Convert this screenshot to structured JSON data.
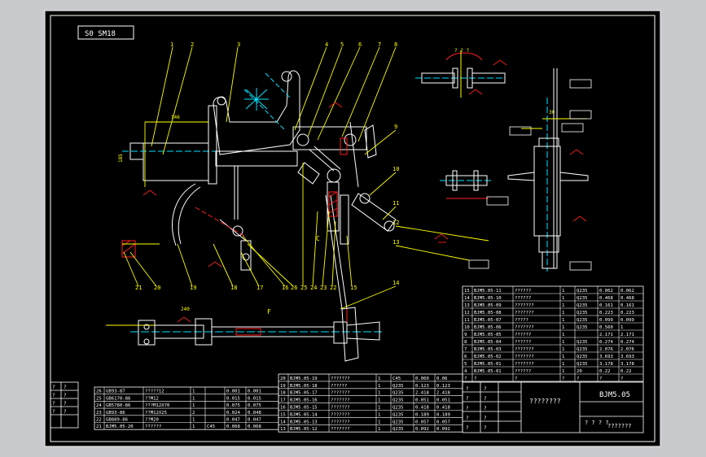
{
  "drawing": {
    "title_box_text": "S0 SM18",
    "drawing_number": "BJM5.05",
    "drawing_name": "????????",
    "sheet_label": "???????",
    "scale_label": "? ? ? ?"
  },
  "balloons_top": [
    "1",
    "2",
    "3",
    "4",
    "5",
    "6",
    "7",
    "8"
  ],
  "balloons_right": [
    "9",
    "10",
    "11",
    "12",
    "13",
    "14"
  ],
  "balloons_bottom": [
    "21",
    "20",
    "19",
    "18",
    "17",
    "16",
    "26",
    "25",
    "24",
    "23",
    "22",
    "15"
  ],
  "dimensions": {
    "d_top": "? ? ?",
    "d_146": "146",
    "d_185": "185",
    "d_240": "240",
    "d_30": "30"
  },
  "section_labels": {
    "c": "C",
    "f": "F"
  },
  "parts_right": [
    [
      "15",
      "BJM5.05-11",
      "??????",
      "1",
      "Q235",
      "0.062",
      "0.062"
    ],
    [
      "14",
      "BJM5.05-10",
      "??????",
      "1",
      "Q235",
      "0.468",
      "0.468"
    ],
    [
      "13",
      "BJM5.05-09",
      "???????",
      "1",
      "Q235",
      "0.161",
      "0.161"
    ],
    [
      "12",
      "BJM5.05-08",
      "???????",
      "1",
      "Q235",
      "0.223",
      "0.223"
    ],
    [
      "11",
      "BJM5.05-07",
      "?????",
      "1",
      "Q235",
      "0.099",
      "0.099"
    ],
    [
      "10",
      "BJM5.05-06",
      "???????",
      "1",
      "Q235",
      "0.560",
      "1"
    ],
    [
      "9",
      "BJM5.05-05",
      "??????",
      "1",
      "",
      "2.171",
      "2.171"
    ],
    [
      "8",
      "BJM5.05-04",
      "??????",
      "1",
      "Q235",
      "0.274",
      "0.274"
    ],
    [
      "7",
      "BJM5.05-03",
      "???????",
      "1",
      "Q235",
      "2.076",
      "2.076"
    ],
    [
      "6",
      "BJM5.05-02",
      "???????",
      "1",
      "Q235",
      "3.693",
      "3.693"
    ],
    [
      "5",
      "BJM5.05-01",
      "???????",
      "1",
      "Q235",
      "3.178",
      "3.178"
    ],
    [
      "4",
      "BJM5.05-01",
      "??????",
      "1",
      "20",
      "0.22",
      "0.22"
    ]
  ],
  "parts_right_header": [
    "?",
    "?",
    "?",
    "?",
    "?",
    "?",
    "?"
  ],
  "parts_mid": [
    [
      "20",
      "BJM5.05-19",
      "???????",
      "1",
      "C45",
      "0.060",
      "0.06"
    ],
    [
      "19",
      "BJM5.05-18",
      "??????",
      "1",
      "Q235",
      "0.123",
      "0.123"
    ],
    [
      "18",
      "BJM5.05-17",
      "???????",
      "1",
      "Q235",
      "2.418",
      "2.418"
    ],
    [
      "17",
      "BJM5.05-16",
      "???????",
      "1",
      "Q235",
      "0.051",
      "0.051"
    ],
    [
      "16",
      "BJM5.05-15",
      "???????",
      "1",
      "Q235",
      "0.418",
      "0.418"
    ],
    [
      "15",
      "BJM5.05-14",
      "???????",
      "1",
      "Q235",
      "0.189",
      "0.189"
    ],
    [
      "14",
      "BJM5.05-13",
      "???????",
      "1",
      "Q235",
      "0.057",
      "0.057"
    ],
    [
      "13",
      "BJM5.05-12",
      "???????",
      "1",
      "Q235",
      "0.092",
      "0.092"
    ]
  ],
  "parts_left": [
    [
      "26",
      "GB93-87",
      "?????12",
      "1",
      "",
      "0.001",
      "0.001"
    ],
    [
      "25",
      "GB6170-86",
      "??M12",
      "1",
      "",
      "0.015",
      "0.015"
    ],
    [
      "24",
      "GB5780-86",
      "???M12X70",
      "1",
      "",
      "0.075",
      "0.075"
    ],
    [
      "23",
      "GB93-86",
      "??M12X25",
      "2",
      "",
      "0.024",
      "0.048"
    ],
    [
      "22",
      "GB889-86",
      "??M20",
      "1",
      "",
      "0.047",
      "0.047"
    ],
    [
      "21",
      "BJM5.05-20",
      "??????",
      "1",
      "C45",
      "0.068",
      "0.068"
    ]
  ],
  "revision_cells": [
    "?",
    "?",
    "?",
    "?",
    "?",
    "?",
    "?",
    "?"
  ],
  "title_block_cells": [
    "?",
    "?",
    "?",
    "?",
    "?",
    "?",
    "?",
    "?",
    "?",
    "?"
  ],
  "colors": {
    "paper": "#000000",
    "outline": "#ffffff",
    "yellow": "#ffff00",
    "red": "#ff2020",
    "cyan": "#00e5ff",
    "bg": "#c8c9cd"
  }
}
